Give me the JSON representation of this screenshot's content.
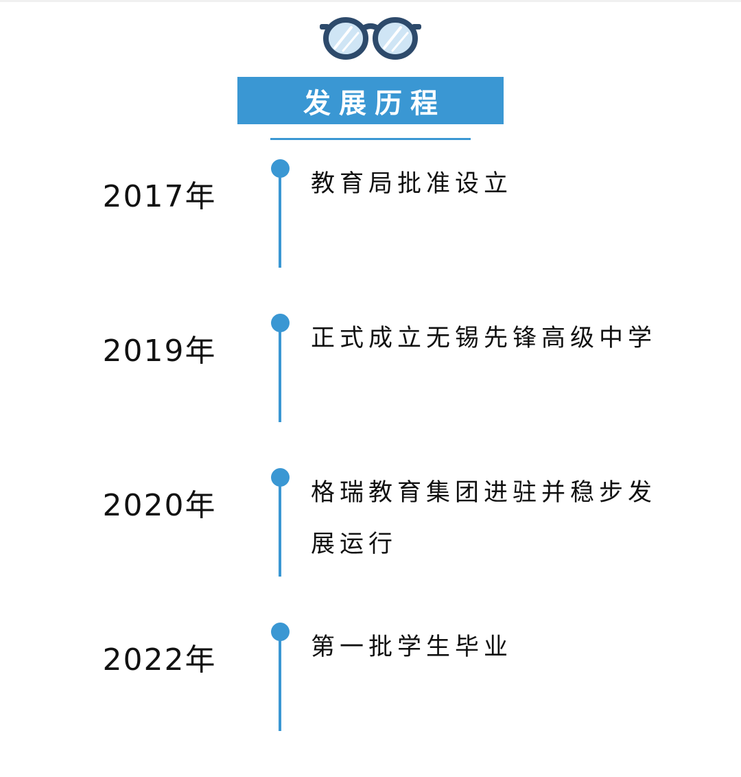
{
  "header": {
    "title": "发展历程",
    "glasses_icon": "glasses-icon"
  },
  "timeline": [
    {
      "year": "2017年",
      "event": "教育局批准设立"
    },
    {
      "year": "2019年",
      "event": "正式成立无锡先锋高级中学"
    },
    {
      "year": "2020年",
      "event": "格瑞教育集团进驻并稳步发展运行"
    },
    {
      "year": "2022年",
      "event": "第一批学生毕业"
    }
  ],
  "colors": {
    "accent": "#3a97d3",
    "glasses_frame": "#2d4a6b",
    "glasses_lens": "#cfe5f5",
    "text": "#111111",
    "background": "#ffffff"
  }
}
